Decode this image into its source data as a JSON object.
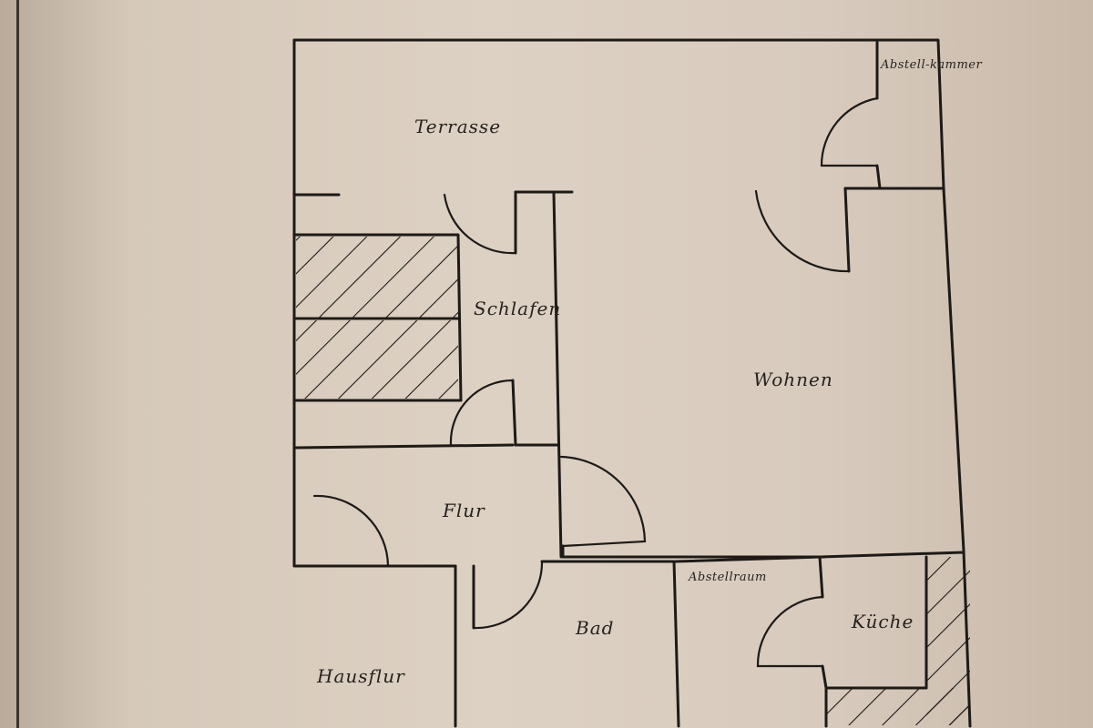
{
  "rooms": {
    "terrasse": "Terrasse",
    "abstellkammer": "Abstell-kammer",
    "schlafen": "Schlafen",
    "wohnen": "Wohnen",
    "flur": "Flur",
    "bad": "Bad",
    "abstellraum": "Abstellraum",
    "kueche": "Küche",
    "hausflur": "Hausflur"
  },
  "colors": {
    "ink": "#1d1a17",
    "paper": "#ddd1c3"
  }
}
